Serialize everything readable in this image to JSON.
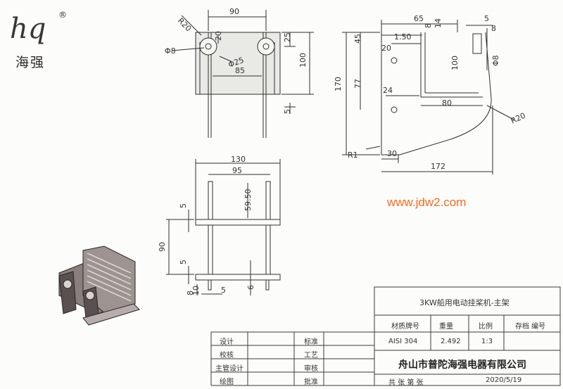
{
  "logo": {
    "mark": "hq",
    "registered": "®",
    "name": "海强"
  },
  "watermark": "www.jdw2.com",
  "dimensions": {
    "front_top": {
      "d90": "90",
      "r20": "R20",
      "d20": "20",
      "d25": "25",
      "phi8": "Φ8",
      "phi25": "Φ25",
      "d85": "85",
      "d100": "100",
      "d5": "5"
    },
    "side_top": {
      "d65": "65",
      "d8": "8",
      "d14": "14",
      "d5": "5",
      "d8b": "8",
      "d45": "45",
      "d1_50": "1.50",
      "d20": "20",
      "d100": "100",
      "phi8": "Φ8",
      "d170": "170",
      "d77": "77",
      "d24": "24",
      "d80": "80",
      "r20": "R20",
      "r1": "R1",
      "d30": "30",
      "d172": "172"
    },
    "bottom": {
      "d130": "130",
      "d95": "95",
      "d59_50": "59.50",
      "d5a": "5",
      "d90": "90",
      "d5b": "5",
      "d8": "8",
      "d10": "10",
      "d5c": "5",
      "d6": "6"
    }
  },
  "title_block": {
    "title": "3KW船用电动挂桨机-主架",
    "headers": {
      "material": "材质牌号",
      "weight": "重量",
      "scale": "比例",
      "drawing_no": "存档 编号"
    },
    "values": {
      "material": "AISI 304",
      "weight": "2.492",
      "scale": "1:3"
    },
    "company": "舟山市普陀海强电器有限公司",
    "sheets": "共  张  第  张",
    "date": "2020/5/19",
    "rows": [
      {
        "label": "设计",
        "label2": "标准"
      },
      {
        "label": "校核",
        "label2": "工艺"
      },
      {
        "label": "主管设计",
        "label2": "审核"
      },
      {
        "label": "绘图",
        "label2": "批准"
      }
    ]
  }
}
